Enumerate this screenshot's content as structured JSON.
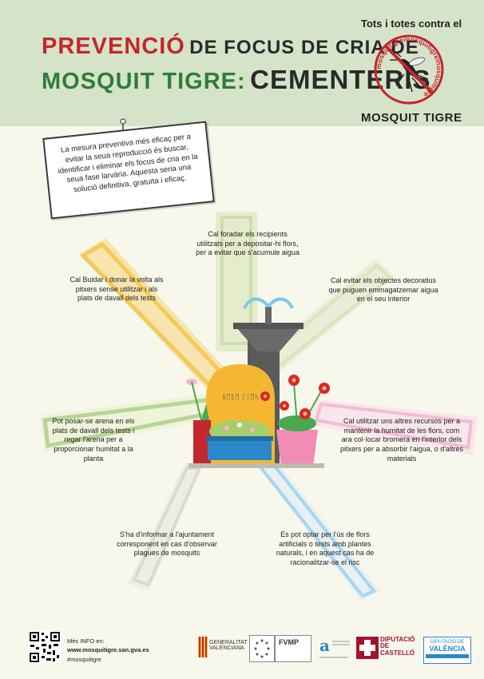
{
  "header": {
    "title_part1": "PREVENCIÓ",
    "title_part2": "DE FOCUS DE CRIA DE",
    "title_part3": "MOSQUIT TIGRE:",
    "title_part4": "CEMENTERIS",
    "campaign_top": "Tots i totes contra el",
    "campaign_ring_text": "mosquitigremosquitigremosquitigre",
    "campaign_bottom": "MOSQUIT TIGRE"
  },
  "intro": {
    "text": "La mesura preventiva més eficaç per a evitar la seua reproducció és buscar, identificar i eliminar els focus de cria en la seua fase larvària. Aquesta seria una solució definitiva, gratuïta i eficaç."
  },
  "tips": [
    "Cal foradar els recipients utilitzats per a depositar-hi flors, per a evitar que s'acumule aigua",
    "Cal Buidar i donar la volta als pitxers sense utilitzar i als plats de davall dels tests",
    "Cal evitar els objectes decoratius que puguen emmagatzemar aigua en el seu interior",
    "Pot posar-se arena en els plats de davall dels tests i regar l'arena per a proporcionar humitat a la planta",
    "Cal utilitzar uns altres recursos per a mantenir la humitat de les flors, com ara col·locar bromera en l'interior dels pitxers per a absorbir l'aigua, o d'altres materials",
    "S'ha d'informar a l'ajuntament corresponent en cas d'observar plagues de mosquits",
    "Es pot optar per l'ús de flors artificials o tests amb plantes naturals, i en aquest cas ha de racionalitzar-se el risc"
  ],
  "illustration": {
    "tombstone_text": "ᚺᛖᚱᛖ ᛚᛁᛖᛋ"
  },
  "footer": {
    "more_info_label": "Més INFO en:",
    "website": "www.mosquitigre.san.gva.es",
    "hashtag": "#mosquitigre",
    "sponsors": {
      "gva_1": "GENERALITAT",
      "gva_2": "VALENCIANA",
      "fvmp": "FVMP",
      "cast_1": "DIPUTACIÓ",
      "cast_2": "DE",
      "cast_3": "CASTELLÓ",
      "val_1": "DIPUTACIÓ DE",
      "val_2": "VALÈNCIA"
    }
  },
  "colors": {
    "header_bg": "#d5e4c8",
    "red": "#c4262e",
    "green": "#2e7d3a",
    "ray_green": "#c9dba8",
    "ray_yellow": "#f3c64a",
    "ray_blue": "#9fd3ee",
    "ray_pink": "#f4b6cf"
  }
}
